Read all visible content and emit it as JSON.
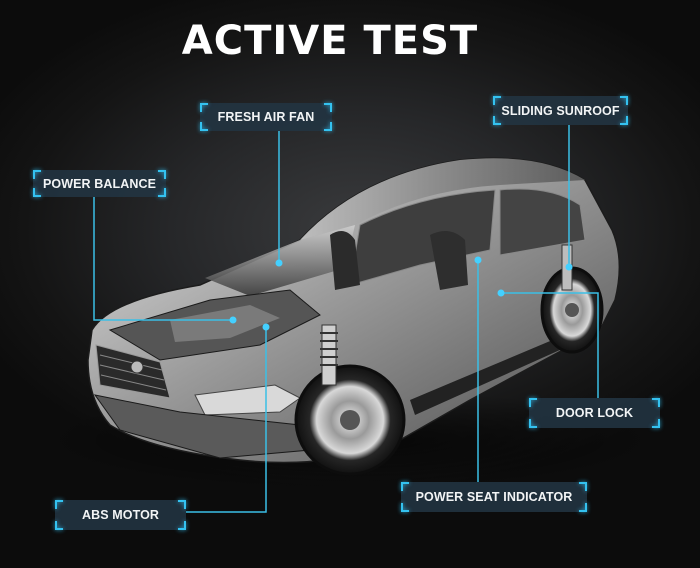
{
  "title": "ACTIVE TEST",
  "accent_color": "#34c2f0",
  "labels": {
    "fresh_air_fan": "FRESH AIR FAN",
    "sliding_sunroof": "SLIDING SUNROOF",
    "power_balance": "POWER BALANCE",
    "door_lock": "DOOR LOCK",
    "power_seat_indicator": "POWER SEAT INDICATOR",
    "abs_motor": "ABS MOTOR"
  }
}
